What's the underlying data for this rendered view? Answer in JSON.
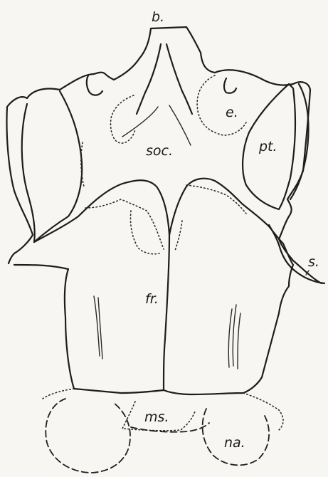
{
  "labels": {
    "b": "b.",
    "e": "e.",
    "pt": "pt.",
    "soc": "soc.",
    "s": "s.",
    "fr": "fr.",
    "ms": "ms.",
    "na": "na."
  }
}
